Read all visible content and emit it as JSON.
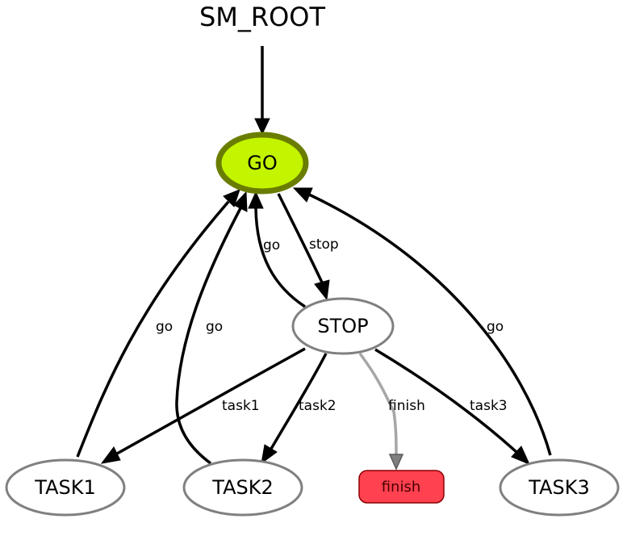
{
  "title": "SM_ROOT",
  "nodes": {
    "go": "GO",
    "stop": "STOP",
    "task1": "TASK1",
    "task2": "TASK2",
    "task3": "TASK3",
    "finish": "finish"
  },
  "edges": {
    "root_go": "",
    "go_stop": "stop",
    "stop_go": "go",
    "task1_go": "go",
    "task2_go": "go",
    "task3_go": "go",
    "stop_task1": "task1",
    "stop_task2": "task2",
    "stop_finish": "finish",
    "stop_task3": "task3"
  },
  "colors": {
    "active_fill": "#c3f400",
    "active_stroke": "#6b7d00",
    "node_stroke": "#808080",
    "outcome_fill": "#ff4150",
    "outcome_stroke": "#8b0000"
  }
}
